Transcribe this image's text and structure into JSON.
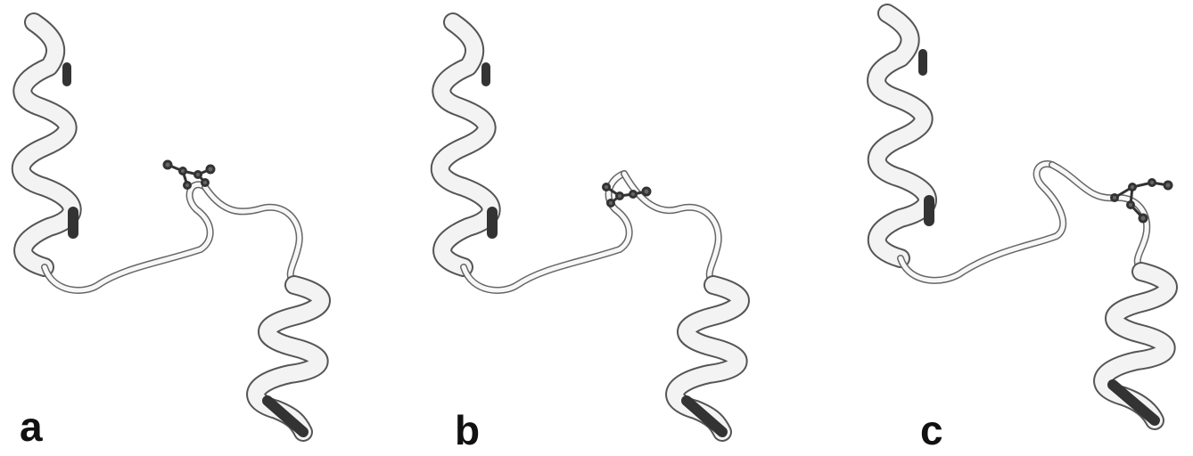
{
  "figure": {
    "background": "#ffffff",
    "ribbon_light": "#f4f4f4",
    "ribbon_dark": "#3a3a3a",
    "panels": [
      {
        "label": "a",
        "icon": "protein-ribbon-helix-loop-helix"
      },
      {
        "label": "b",
        "icon": "protein-ribbon-helix-loop-helix"
      },
      {
        "label": "c",
        "icon": "protein-ribbon-helix-loop-helix"
      }
    ]
  }
}
